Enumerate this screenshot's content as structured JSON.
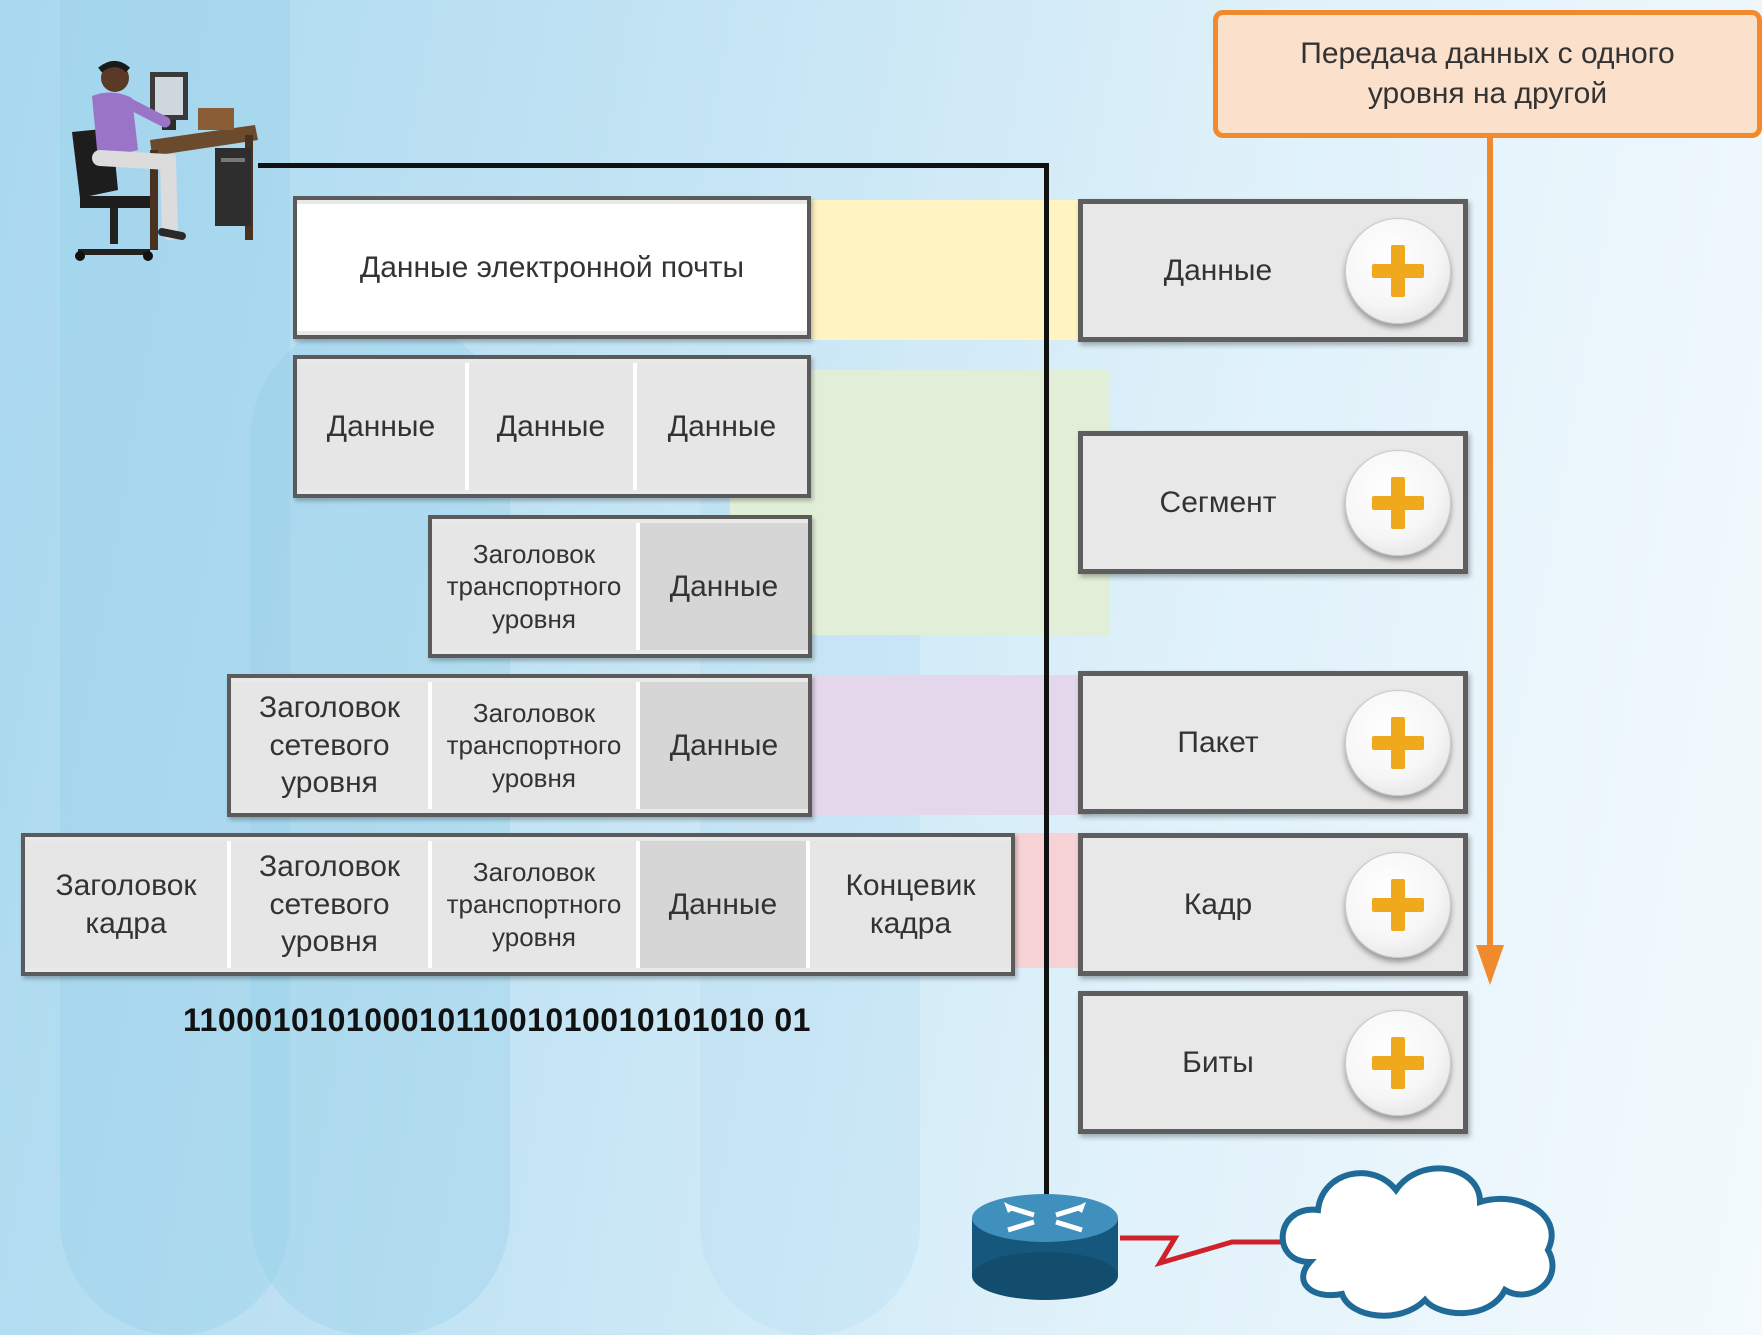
{
  "callout": {
    "text": "Передача данных с одного уровня на другой"
  },
  "encapsulation": {
    "email_data": "Данные электронной почты",
    "data_label": "Данные",
    "transport_header": "Заголовок транспортного уровня",
    "network_header": "Заголовок сетевого уровня",
    "frame_header": "Заголовок кадра",
    "frame_trailer": "Концевик кадра",
    "bits": "11000101010001011001010010101010 01"
  },
  "pdu_buttons": [
    {
      "label": "Данные"
    },
    {
      "label": "Сегмент"
    },
    {
      "label": "Пакет"
    },
    {
      "label": "Кадр"
    },
    {
      "label": "Биты"
    }
  ],
  "colors": {
    "callout_border": "#f08a2c",
    "callout_fill": "#fbe0cc",
    "plus": "#f0a81c",
    "band_data": "#fff4c2",
    "band_segment": "#e2efd8",
    "band_packet": "#e4d7ec",
    "band_frame": "#f7d2d4",
    "wan_link": "#d0202a",
    "router": "#1e6a93"
  },
  "icons": [
    "user-workstation-icon",
    "router-icon",
    "cloud-icon",
    "plus-icon"
  ]
}
